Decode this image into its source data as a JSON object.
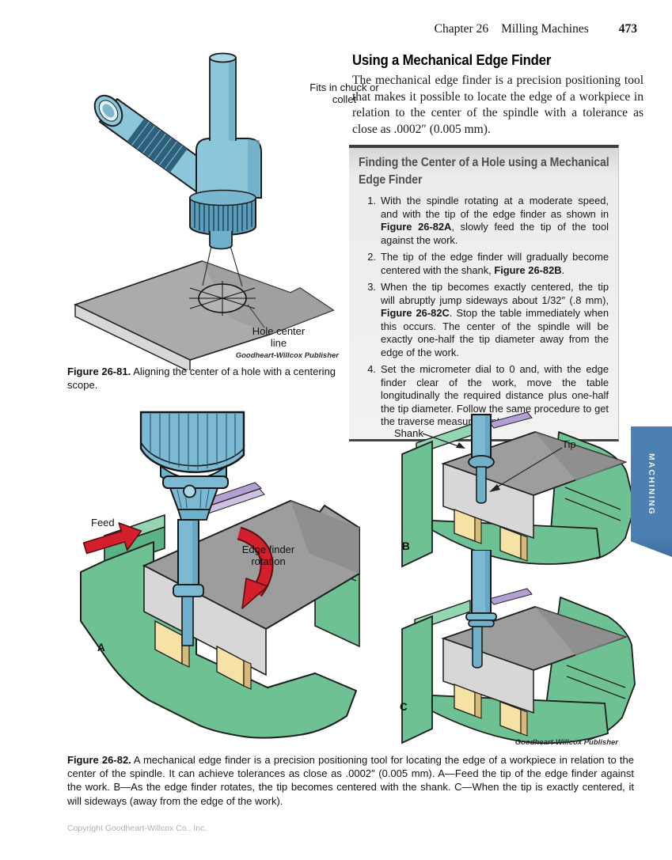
{
  "colors": {
    "accent_blue": "#4c80b2",
    "tool_blue": "#7cbad4",
    "scope_blue": "#8cc6da",
    "table_green": "#6ec193",
    "workpiece_gray": "#9d9d9d",
    "parallels_yellow": "#f6e2a4",
    "arrow_red": "#d31f2b"
  },
  "header": {
    "chapter": "Chapter 26",
    "title": "Milling Machines",
    "page_number": "473"
  },
  "intro": {
    "heading": "Using a Mechanical Edge Finder",
    "paragraph": "The mechanical edge finder is a precision positioning tool that makes it possible to locate the edge of a workpiece in relation to the center of the spindle with a tolerance as close as .0002″ (0.005 mm)."
  },
  "procedure": {
    "title": "Finding the Center of a Hole using a Mechanical Edge Finder",
    "steps": [
      {
        "num": "1.",
        "segments": [
          {
            "t": "With the spindle rotating at a moderate speed, and with the tip of the edge finder as shown in "
          },
          {
            "b": "Figure 26-82A"
          },
          {
            "t": ", slowly feed the tip of the tool against the work."
          }
        ]
      },
      {
        "num": "2.",
        "segments": [
          {
            "t": "The tip of the edge finder will gradually become centered with the shank, "
          },
          {
            "b": "Figure 26-82B"
          },
          {
            "t": "."
          }
        ]
      },
      {
        "num": "3.",
        "segments": [
          {
            "t": "When the tip becomes exactly centered, the tip will abruptly jump sideways about 1/32″ (.8 mm), "
          },
          {
            "b": "Figure 26-82C"
          },
          {
            "t": ". Stop the table immediately when this occurs. The center of the spindle will be exactly one-half the tip diameter away from the edge of the work."
          }
        ]
      },
      {
        "num": "4.",
        "segments": [
          {
            "t": "Set the micrometer dial to 0 and, with the edge finder clear of the work, move the table longitudinally the required distance plus one-half the tip diameter. Follow the same procedure to get the traverse measurement."
          }
        ]
      }
    ]
  },
  "fig81": {
    "labels": {
      "chuck": "Fits in chuck or collet",
      "hole": "Hole center line"
    },
    "credit": "Goodheart-Willcox Publisher",
    "caption_label": "Figure 26-81.",
    "caption_text": "Aligning the center of a hole with a centering scope."
  },
  "fig82": {
    "labels": {
      "feed": "Feed",
      "rotation": "Edge finder rotation",
      "shank": "Shank",
      "tip": "Tip",
      "a": "A",
      "b": "B",
      "c": "C"
    },
    "credit": "Goodheart-Willcox Publisher",
    "caption_label": "Figure 26-82.",
    "caption_text": "A mechanical edge finder is a precision positioning tool for locating the edge of a workpiece in relation to the center of the spindle. It can achieve tolerances as close as .0002″ (0.005 mm). A—Feed the tip of the edge finder against the work. B—As the edge finder rotates, the tip becomes centered with the shank. C—When the tip is exactly centered, it will sideways (away from the edge of the work)."
  },
  "sidebar_tab": {
    "label": "MACHINING"
  },
  "footer": {
    "copyright": "Copyright Goodheart-Willcox Co., Inc."
  }
}
